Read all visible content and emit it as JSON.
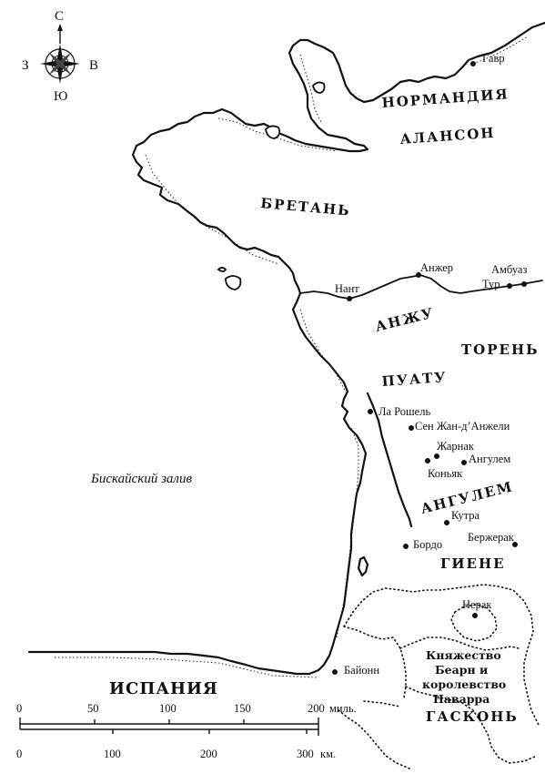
{
  "compass": {
    "north": "С",
    "south": "Ю",
    "west": "З",
    "east": "В"
  },
  "sea_label": "Бискайский залив",
  "regions": {
    "normandy": "НОРМАНДИЯ",
    "alencon": "АЛАНСОН",
    "brittany": "БРЕТАНЬ",
    "anjou": "АНЖУ",
    "touraine": "ТОРЕНЬ",
    "poitou": "ПУАТУ",
    "angoumois": "АНГУЛЕМ",
    "guyenne": "ГИЕНЕ",
    "gascony": "ГАСКОНЬ",
    "spain": "ИСПАНИЯ",
    "bearn_line1": "Княжество",
    "bearn_line2": "Беарн и",
    "bearn_line3": "королевство",
    "bearn_line4": "Наварра"
  },
  "cities": {
    "havre": "Гавр",
    "nantes": "Нант",
    "angers": "Анжер",
    "amboise": "Амбуаз",
    "tours": "Тур",
    "la_rochelle": "Ла Рошель",
    "st_jean": "Сен Жан-д’Анжели",
    "jarnac": "Жарнак",
    "angouleme": "Ангулем",
    "cognac": "Коньяк",
    "coutras": "Кутра",
    "bergerac": "Бержерак",
    "bordeaux": "Бордо",
    "nerac": "Нерак",
    "bayonne": "Байонн"
  },
  "scale_miles": {
    "ticks": [
      "0",
      "50",
      "100",
      "150",
      "200"
    ],
    "unit": "миль."
  },
  "scale_km": {
    "ticks": [
      "0",
      "100",
      "200"
    ],
    "last": "300",
    "unit": "км."
  }
}
